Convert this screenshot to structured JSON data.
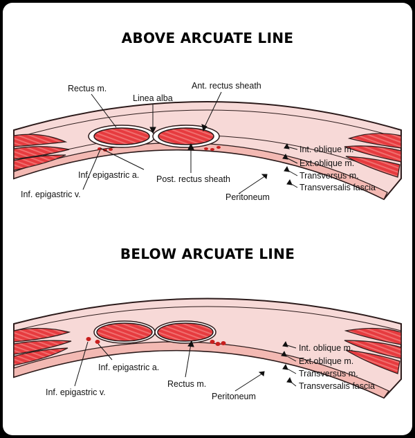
{
  "colors": {
    "muscle": "#e63b3f",
    "muscle_light": "#f4a0a0",
    "sheath": "#f7d9d7",
    "peritoneum_fill": "#f3b9b3",
    "outline": "#2b1a1a",
    "vessel": "#c81e1e"
  },
  "above": {
    "title": "ABOVE ARCUATE LINE",
    "labels": {
      "rectus": "Rectus m.",
      "linea_alba": "Linea alba",
      "ant_sheath": "Ant. rectus sheath",
      "inf_epigastric_a": "Inf. epigastric a.",
      "inf_epigastric_v": "Inf. epigastric v.",
      "post_sheath": "Post. rectus sheath",
      "peritoneum": "Peritoneum",
      "int_oblique": "Int. oblique m.",
      "ext_oblique": "Ext.oblique m.",
      "transversus": "Transversus m.",
      "transversalis": "Transversalis fascia"
    }
  },
  "below": {
    "title": "BELOW ARCUATE LINE",
    "labels": {
      "inf_epigastric_a": "Inf. epigastric a.",
      "inf_epigastric_v": "Inf. epigastric v.",
      "rectus": "Rectus m.",
      "peritoneum": "Peritoneum",
      "int_oblique": "Int. oblique m.",
      "ext_oblique": "Ext.oblique m.",
      "transversus": "Transversus m.",
      "transversalis": "Transversalis fascia"
    }
  }
}
